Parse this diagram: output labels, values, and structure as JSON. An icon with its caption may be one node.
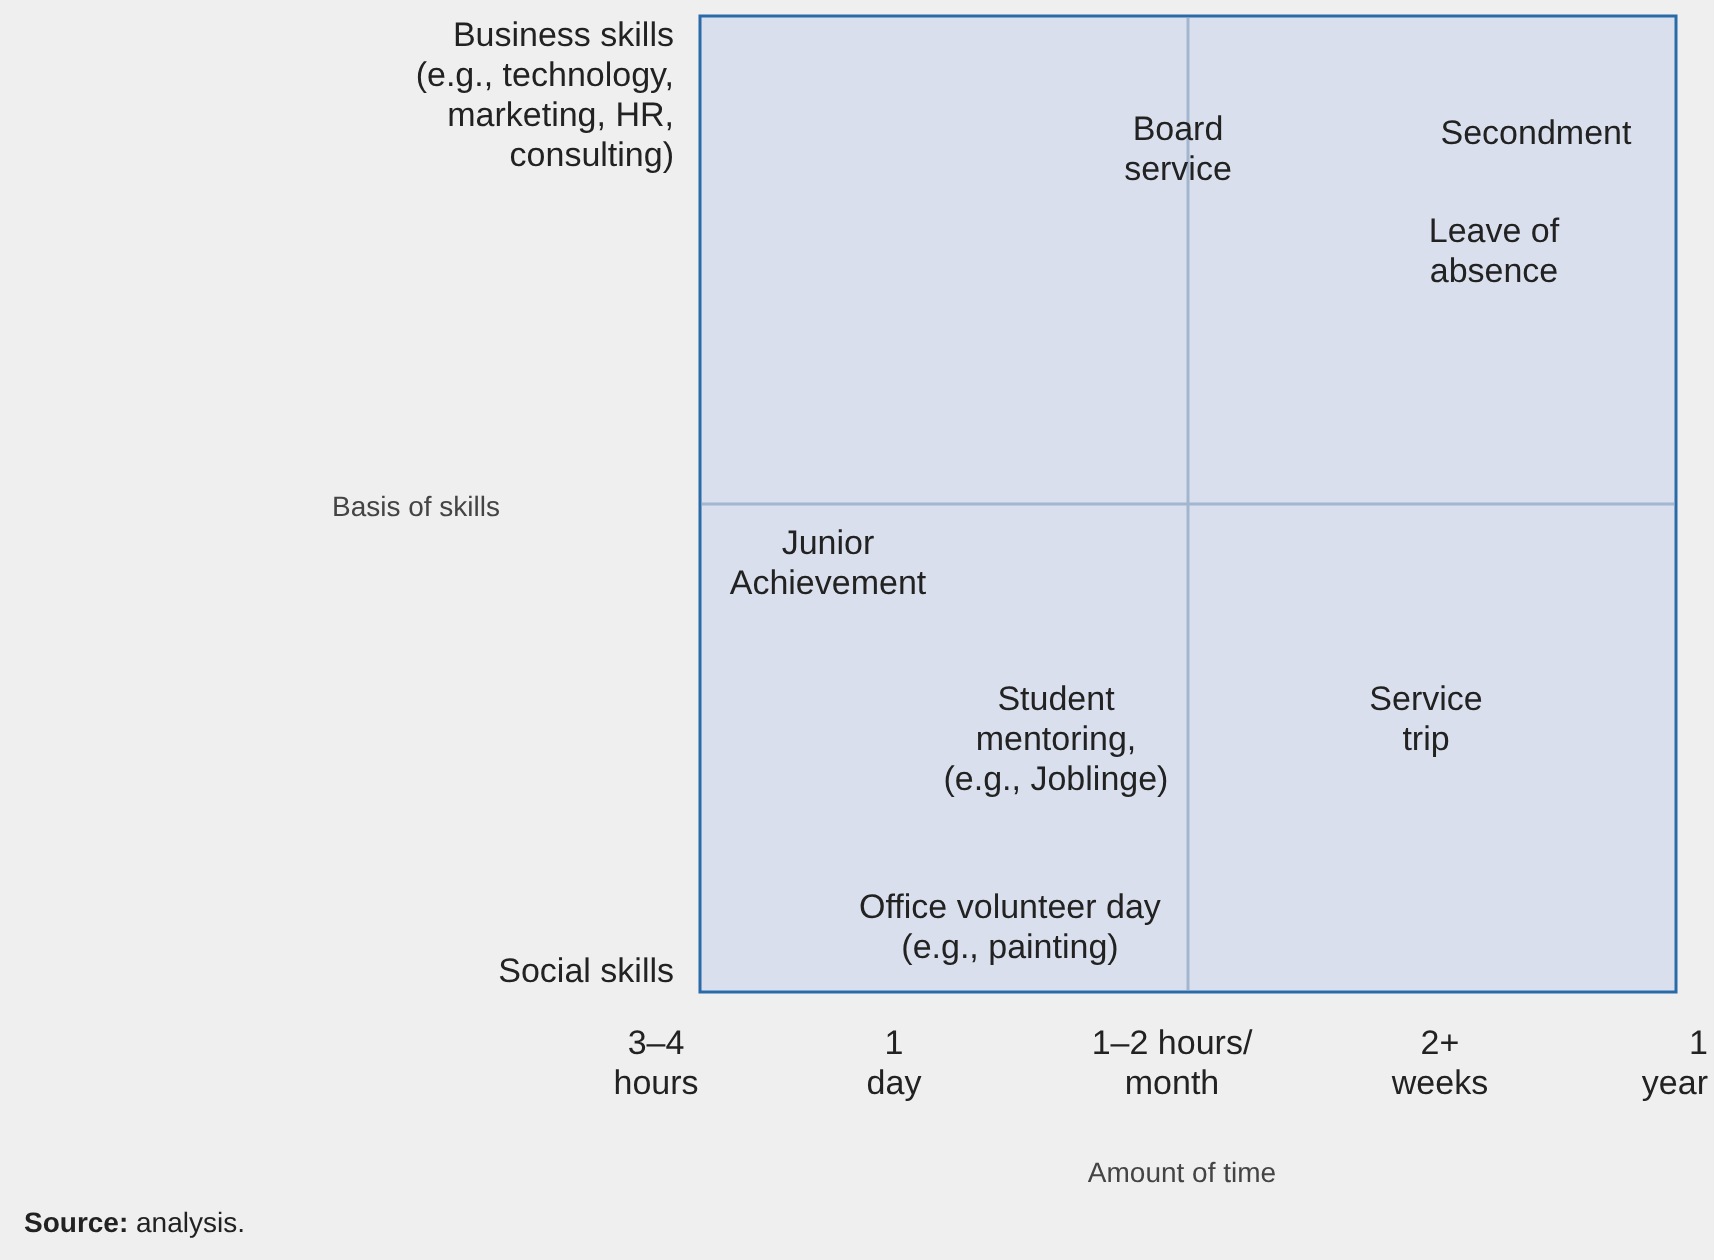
{
  "diagram": {
    "caption": "**Source:** analysis.",
    "labels": [
      "Business skills (e.g., technology, marketing, HR, consulting)",
      "Board service",
      "Secondment",
      "Leave of absence",
      "Basis of skills",
      "Junior Achievement",
      "Student mentoring, (e.g., Joblinge)",
      "Service trip",
      "Office volunteer day (e.g., painting)",
      "Social skills",
      "3–4 hours",
      "1 day",
      "1–2 hours/ month",
      "2+ weeks",
      "1 year",
      "Amount of time"
    ]
  }
}
